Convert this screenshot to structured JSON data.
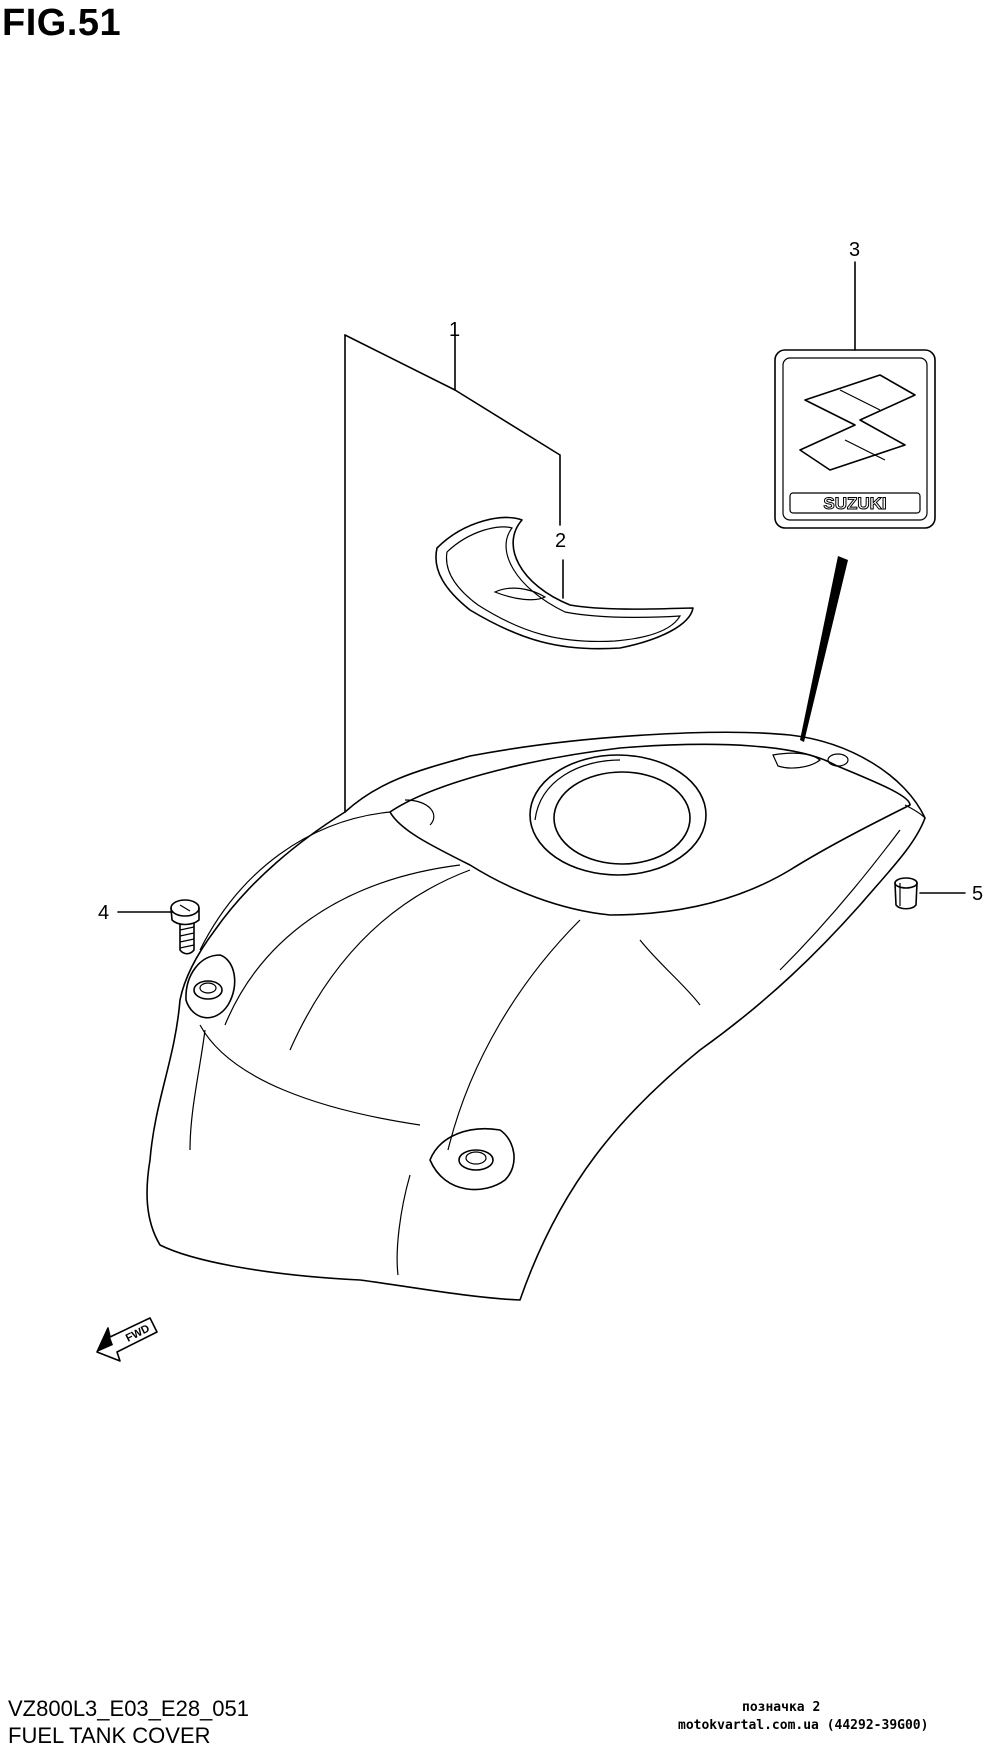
{
  "figure": {
    "title": "FIG.51"
  },
  "callouts": [
    "1",
    "2",
    "3",
    "4",
    "5"
  ],
  "emblem": {
    "brand_text": "SUZUKI"
  },
  "direction_arrow": {
    "label": "FWD"
  },
  "footer": {
    "model_code": "VZ800L3_E03_E28_051",
    "part_name": "FUEL TANK COVER"
  },
  "watermark": {
    "line1": "позначка 2",
    "line2": "motokvartal.com.ua (44292-39G00)"
  },
  "icons": [
    "screw-icon",
    "grommet-icon",
    "suzuki-emblem-icon",
    "fwd-arrow-icon"
  ]
}
